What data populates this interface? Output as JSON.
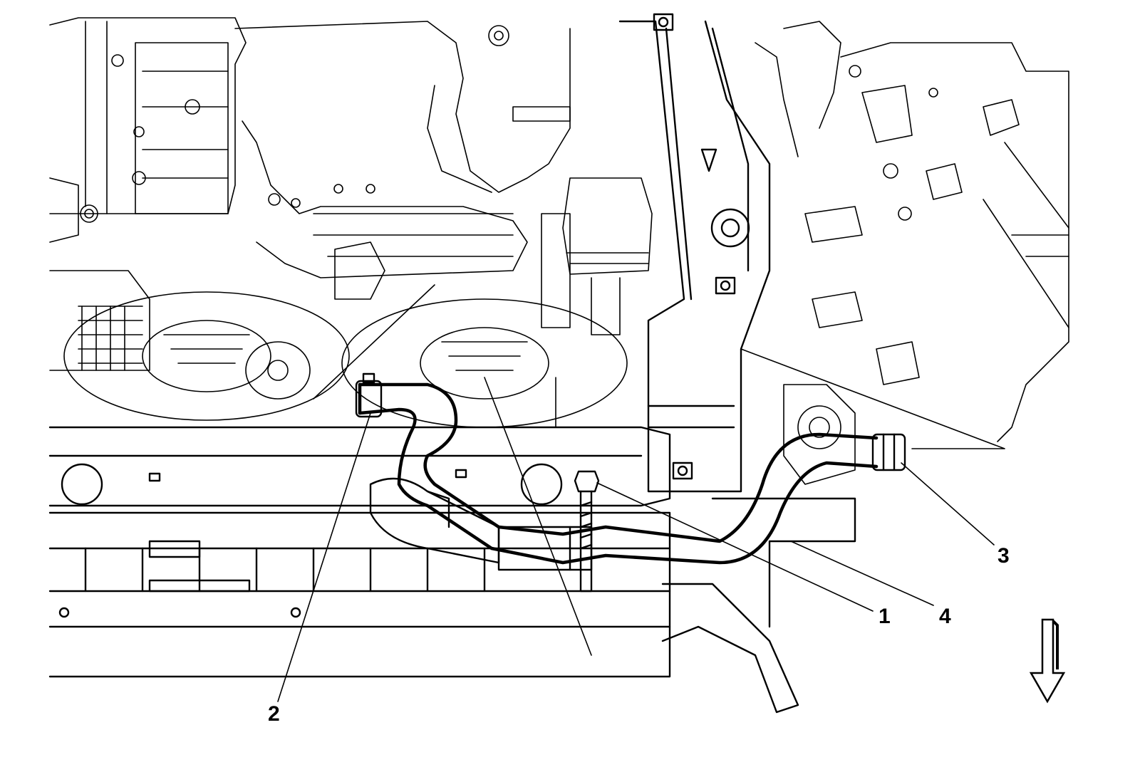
{
  "callouts": [
    {
      "id": "1",
      "label": "1"
    },
    {
      "id": "2",
      "label": "2"
    },
    {
      "id": "3",
      "label": "3"
    },
    {
      "id": "4",
      "label": "4"
    }
  ],
  "orientation_arrow": {
    "direction": "down",
    "icon": "arrow-down-icon"
  },
  "colors": {
    "line": "#000000",
    "background": "#ffffff"
  }
}
